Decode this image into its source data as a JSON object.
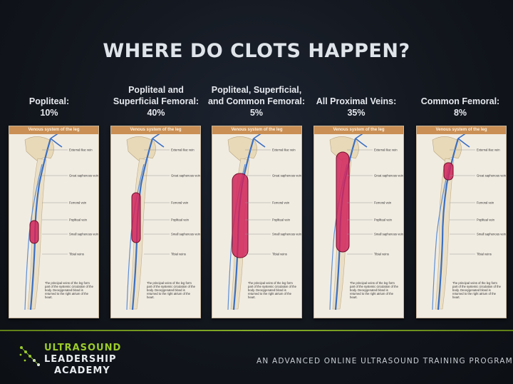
{
  "slide": {
    "title": "WHERE DO CLOTS HAPPEN?"
  },
  "columns": [
    {
      "line1": "Popliteal:",
      "line2": "10%",
      "line3": "",
      "panel_title": "Venous system of the leg",
      "clot": "popliteal"
    },
    {
      "line1": "Popliteal and",
      "line2": "Superficial Femoral:",
      "line3": "40%",
      "panel_title": "Venous system of the leg",
      "clot": "popliteal-superficial-femoral"
    },
    {
      "line1": "Popliteal, Superficial,",
      "line2": "and Common Femoral:",
      "line3": "5%",
      "panel_title": "Venous system of the leg",
      "clot": "popliteal-superficial-common-femoral"
    },
    {
      "line1": "All Proximal Veins:",
      "line2": "35%",
      "line3": "",
      "panel_title": "Venous system of the leg",
      "clot": "all-proximal"
    },
    {
      "line1": "Common Femoral:",
      "line2": "8%",
      "line3": "",
      "panel_title": "Venous system of the leg",
      "clot": "common-femoral"
    }
  ],
  "panel_annotations": [
    "External iliac vein",
    "Great saphenous vein",
    "Femoral vein",
    "Popliteal vein",
    "Small saphenous vein",
    "Tibial veins"
  ],
  "panel_note": "The principal veins of the leg form part of the systemic circulation of the body. Deoxygenated blood is returned to the right atrium of the heart.",
  "footer": {
    "logo_line1": "ULTRASOUND",
    "logo_line2": "LEADERSHIP",
    "logo_line3": "ACADEMY",
    "tagline": "AN ADVANCED ONLINE ULTRASOUND TRAINING PROGRAM"
  },
  "colors": {
    "background": "#12161d",
    "accent_green": "#9ccc2a",
    "clot_fill": "#d1245a",
    "vein_blue": "#3b6fc2",
    "panel_header": "#c98f55"
  }
}
